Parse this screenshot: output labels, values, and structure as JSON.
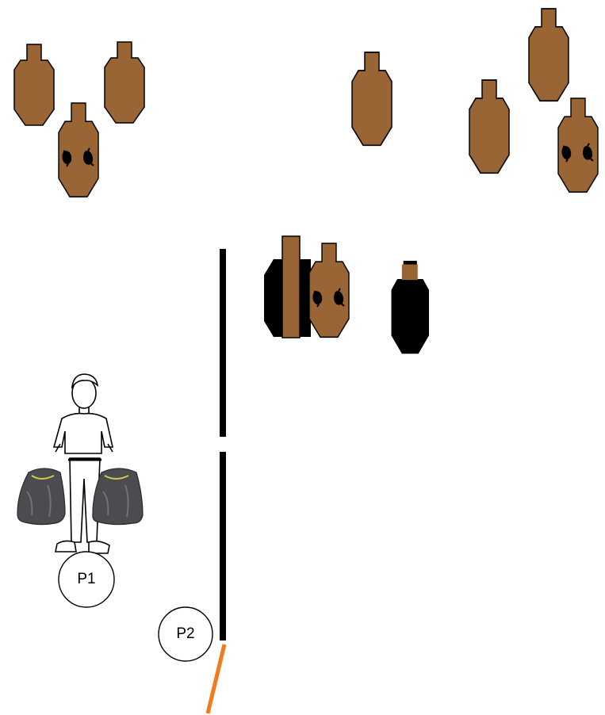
{
  "positions": {
    "p1": "P1",
    "p2": "P2"
  },
  "targets": {
    "paper_color": "#9a6535",
    "no_shoot_color": "#000000",
    "outline_color": "#000000"
  },
  "walls": {
    "wall_color": "#000000",
    "fault_line_color": "#f47a1f"
  },
  "props": {
    "bags": "black-trash-bags",
    "person": "man-carrying-bags"
  }
}
